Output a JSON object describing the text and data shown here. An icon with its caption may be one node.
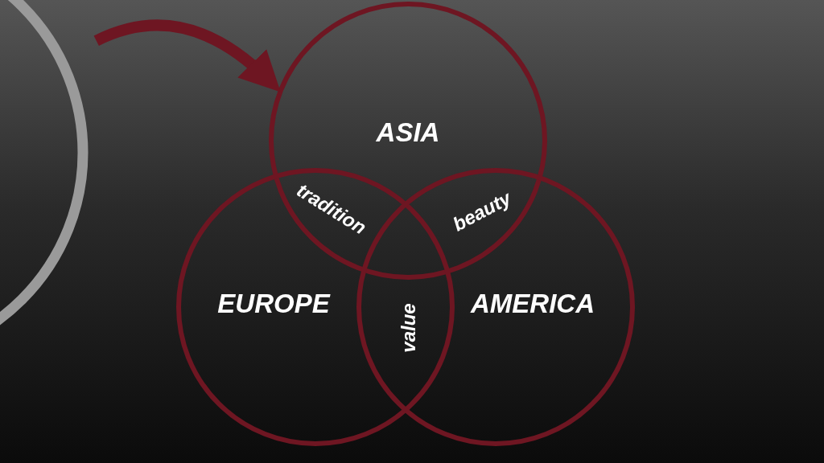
{
  "diagram": {
    "nodes": [
      {
        "text": [
          "ASIA"
        ]
      },
      {
        "text": [
          "EUROPE"
        ]
      },
      {
        "text": [
          "AMERICA"
        ]
      },
      {
        "text": [],
        "shape": "circle"
      }
    ],
    "edges": [
      {
        "from": 3,
        "to": 0,
        "arrow": "to"
      }
    ],
    "labels": [
      "tradition",
      "beauty",
      "value"
    ]
  }
}
